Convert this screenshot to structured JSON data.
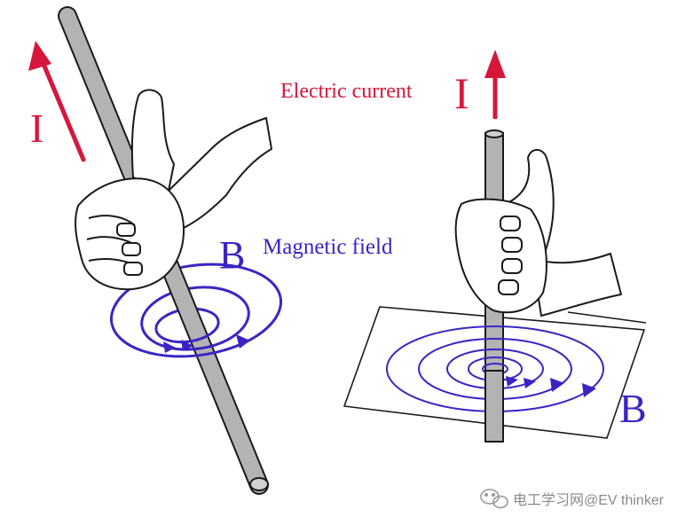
{
  "left_figure": {
    "current_symbol": "I",
    "field_symbol": "B",
    "field_caption": "Magnetic field"
  },
  "right_figure": {
    "current_caption": "Electric current",
    "current_symbol": "I",
    "field_symbol": "B"
  },
  "watermark": {
    "text": "电工学习网@EV thinker"
  },
  "colors": {
    "current": "#d6163a",
    "field": "#3a25c4",
    "conductor_fill": "#b3b3b3",
    "outline": "#1a1a1a"
  },
  "icons": [
    "right-hand-icon",
    "right-hand-icon",
    "current-arrow-icon",
    "field-arrow-icon",
    "wechat-logo-icon"
  ]
}
